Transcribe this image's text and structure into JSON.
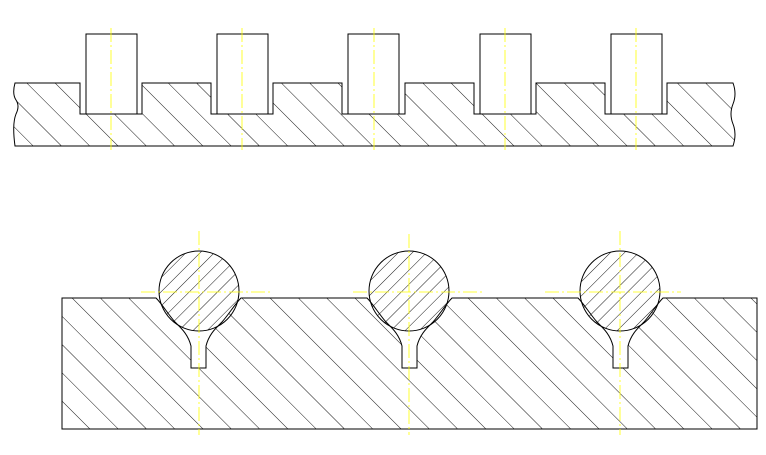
{
  "drawing": {
    "colors": {
      "background": "#ffffff",
      "outline": "#000000",
      "hatch": "#000000",
      "centerline": "#ffff00"
    },
    "top_section": {
      "pin_count": 5,
      "edges": "break-line"
    },
    "bottom_section": {
      "ball_count": 3
    }
  }
}
